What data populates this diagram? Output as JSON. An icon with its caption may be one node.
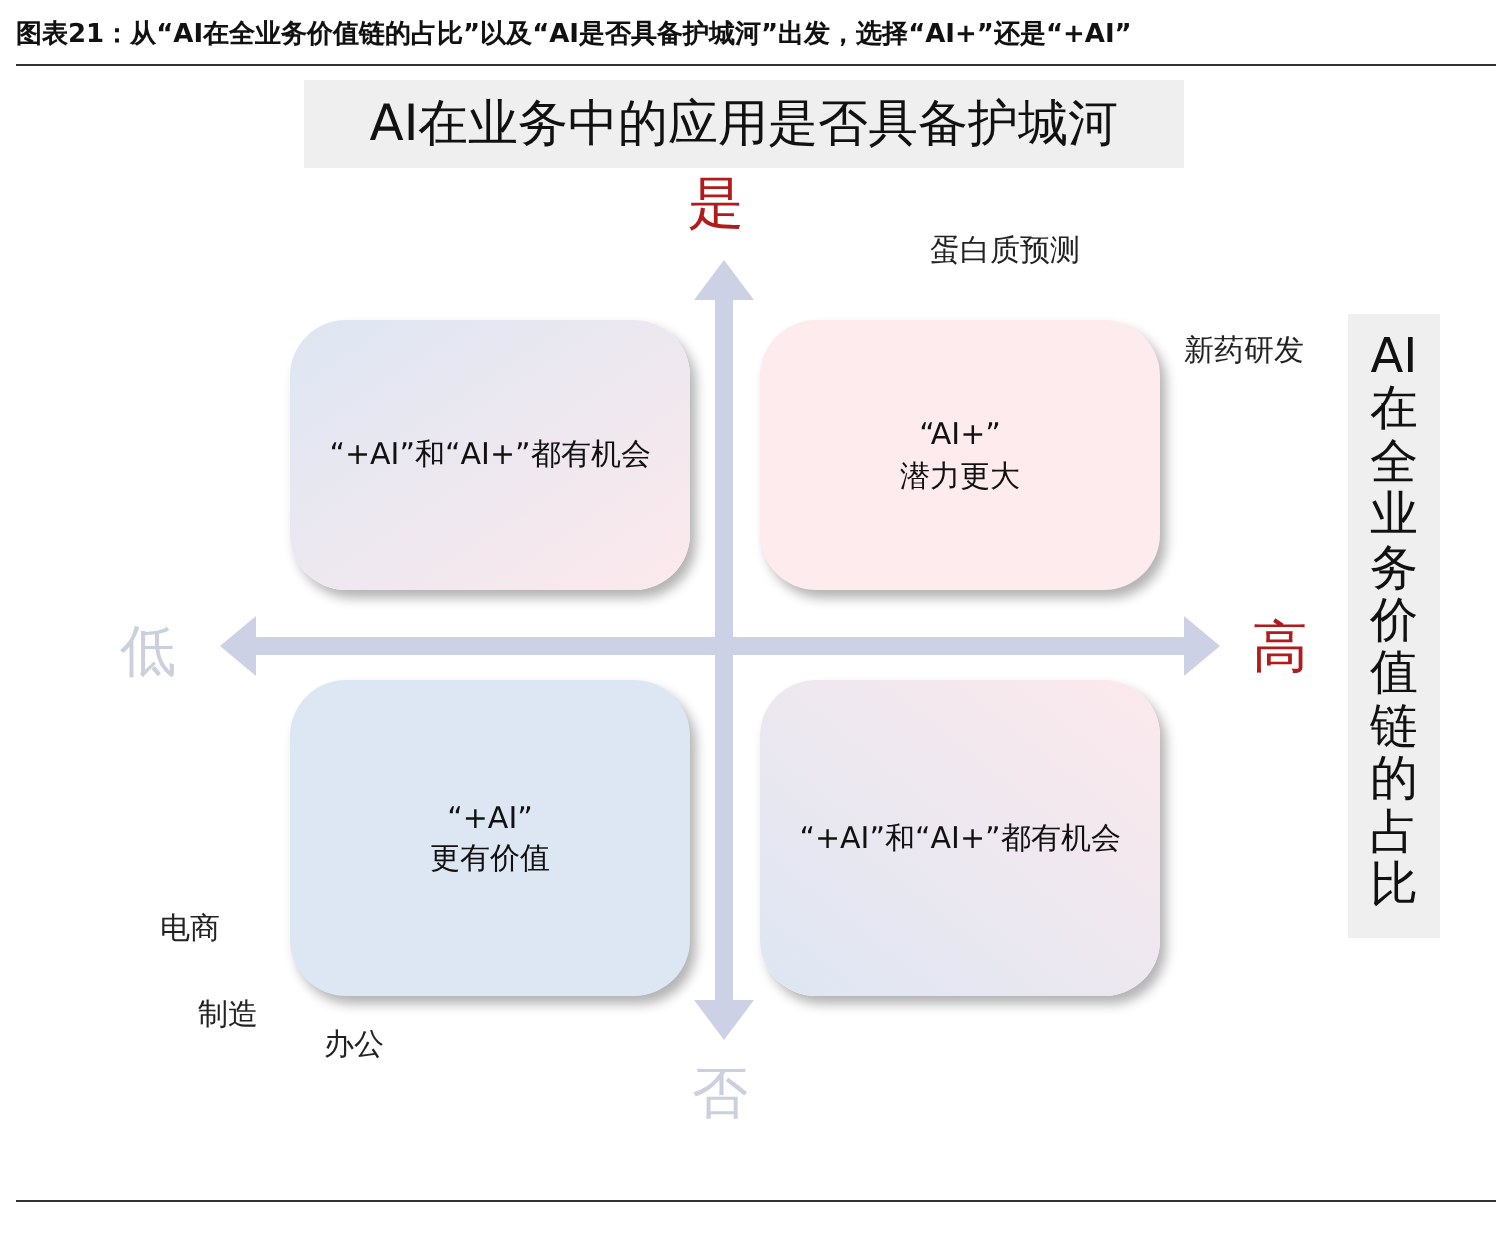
{
  "diagram": {
    "title": "图表21：从“AI在全业务价值链的占比”以及“AI是否具备护城河”出发，选择“AI+”还是“+AI”",
    "nodes": [
      {
        "text": [
          "AI在业务中的应用是否具备护城河"
        ]
      },
      {
        "text": [
          "AI在全业务价值链的占比"
        ]
      },
      {
        "text": [
          "“+AI”和“AI+”都有机会"
        ]
      },
      {
        "text": [
          "“AI+”",
          "潜力更大"
        ]
      },
      {
        "text": [
          "“+AI”",
          "更有价值"
        ]
      },
      {
        "text": [
          "“+AI”和“AI+”都有机会"
        ]
      }
    ],
    "edges": [],
    "labels": [
      "是",
      "蛋白质预测",
      "新药研发",
      "低",
      "高",
      "电商",
      "制造",
      "办公",
      "否"
    ]
  }
}
